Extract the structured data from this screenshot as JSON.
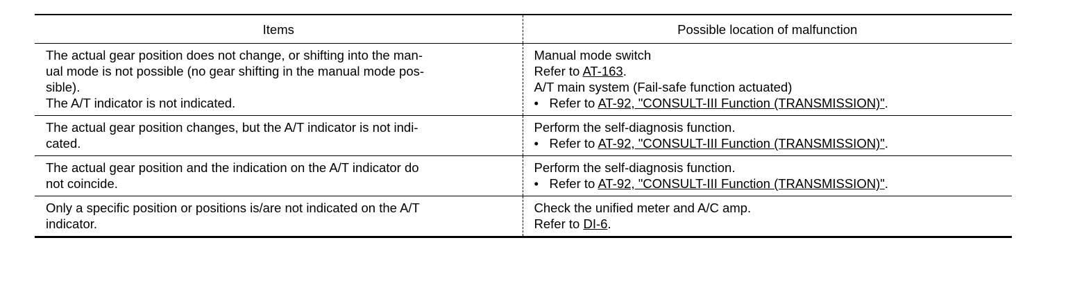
{
  "header": {
    "items": "Items",
    "location": "Possible location of malfunction"
  },
  "rows": [
    {
      "item_lines": [
        "The actual gear position does not change, or shifting into the man-",
        "ual mode is not possible (no gear shifting in the manual mode pos-",
        "sible).",
        "The A/T indicator is not indicated."
      ],
      "loc": {
        "l1": "Manual mode switch",
        "l2_pre": "Refer to ",
        "l2_link": "AT-163",
        "l2_post": ".",
        "l3": "A/T main system (Fail-safe function actuated)",
        "bullet": "•",
        "l4_pre": "Refer to ",
        "l4_link": "AT-92, \"CONSULT-III Function (TRANSMISSION)\"",
        "l4_post": "."
      }
    },
    {
      "item_lines": [
        "The actual gear position changes, but the A/T indicator is not indi-",
        "cated."
      ],
      "loc": {
        "l1": "Perform the self-diagnosis function.",
        "bullet": "•",
        "l2_pre": "Refer to ",
        "l2_link": "AT-92, \"CONSULT-III Function (TRANSMISSION)\"",
        "l2_post": "."
      }
    },
    {
      "item_lines": [
        "The actual gear position and the indication on the A/T indicator do",
        "not coincide."
      ],
      "loc": {
        "l1": "Perform the self-diagnosis function.",
        "bullet": "•",
        "l2_pre": "Refer to ",
        "l2_link": "AT-92, \"CONSULT-III Function (TRANSMISSION)\"",
        "l2_post": "."
      }
    },
    {
      "item_lines": [
        "Only a specific position or positions is/are not indicated on the A/T",
        "indicator."
      ],
      "loc": {
        "l1": "Check the unified meter and A/C amp.",
        "l2_pre": "Refer to ",
        "l2_link": "DI-6",
        "l2_post": "."
      }
    }
  ]
}
